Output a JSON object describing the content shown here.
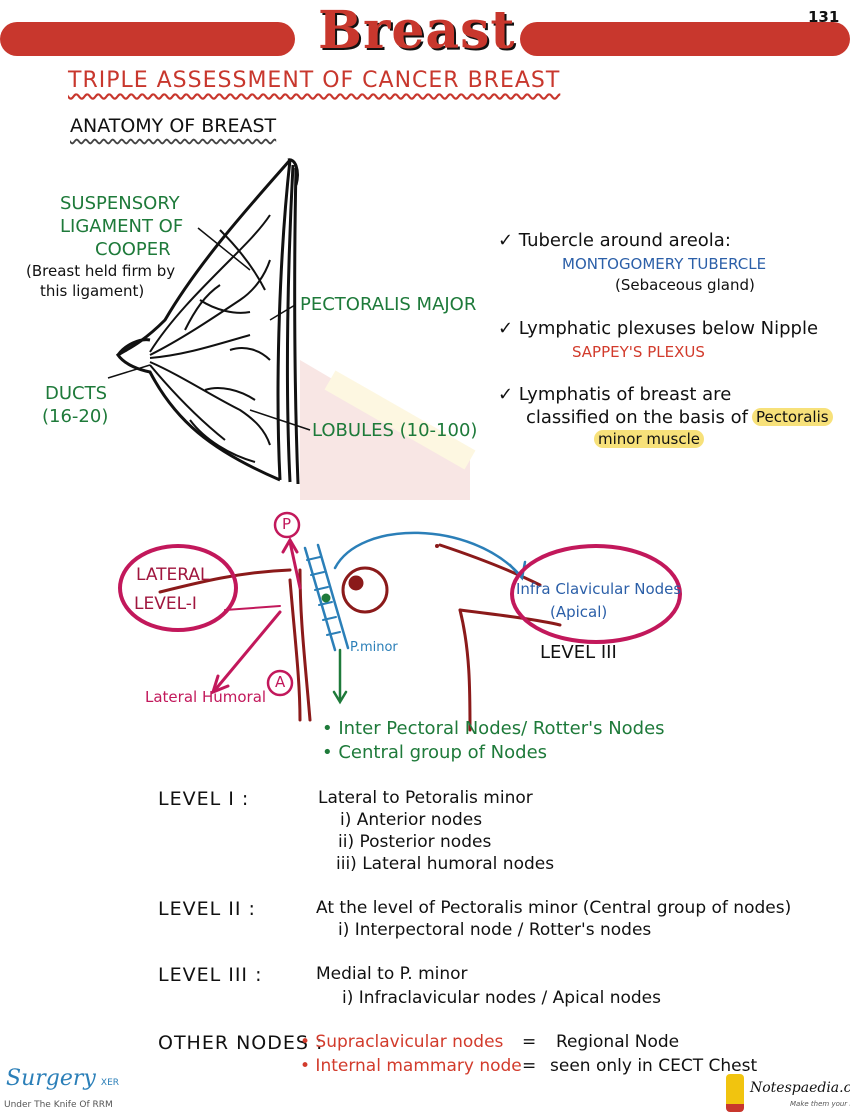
{
  "page_number": "131",
  "title": "Breast",
  "heading": "TRIPLE ASSESSMENT OF CANCER BREAST",
  "subheading": "ANATOMY OF BREAST",
  "anatomy_labels": {
    "suspensory_1": "SUSPENSORY",
    "suspensory_2": "LIGAMENT OF",
    "suspensory_3": "COOPER",
    "suspensory_note_1": "(Breast held firm by",
    "suspensory_note_2": "this ligament)",
    "pectoralis_major": "PECTORALIS MAJOR",
    "ducts_1": "DUCTS",
    "ducts_2": "(16-20)",
    "lobules": "LOBULES (10-100)"
  },
  "notes": {
    "n1_text": "✓ Tubercle around areola:",
    "n1_term": "MONTOGOMERY TUBERCLE",
    "n1_sub": "(Sebaceous gland)",
    "n2_text": "✓ Lymphatic plexuses below Nipple",
    "n2_term": "SAPPEY'S PLEXUS",
    "n3_text_1": "✓ Lymphatis of breast are",
    "n3_text_2": "classified on the basis of",
    "n3_hl_1": "Pectoralis",
    "n3_hl_2": "minor muscle"
  },
  "diagram": {
    "p_marker": "P",
    "a_marker": "A",
    "lateral_1": "LATERAL",
    "lateral_2": "LEVEL-I",
    "lateral_humoral": "Lateral Humoral",
    "p_minor": "P.minor",
    "infra_1": "Infra Clavicular Nodes",
    "infra_2": "(Apical)",
    "level3": "LEVEL III",
    "bullet1": "• Inter Pectoral Nodes/ Rotter's Nodes",
    "bullet2": "• Central group of Nodes"
  },
  "levels": {
    "l1_label": "LEVEL I :",
    "l1_desc": "Lateral to Petoralis minor",
    "l1_items": [
      "i) Anterior nodes",
      "ii) Posterior nodes",
      "iii) Lateral humoral nodes"
    ],
    "l2_label": "LEVEL II :",
    "l2_desc": "At the level of Pectoralis minor (Central group of nodes)",
    "l2_item": "i) Interpectoral node / Rotter's nodes",
    "l3_label": "LEVEL III :",
    "l3_desc": "Medial to P. minor",
    "l3_item": "i) Infraclavicular nodes / Apical nodes",
    "other_label": "OTHER NODES :",
    "other1_name": "• Supraclavicular nodes",
    "other1_eq": "=",
    "other1_val": "Regional Node",
    "other2_name": "• Internal mammary node",
    "other2_eq": "=",
    "other2_val": "seen only in CECT Chest"
  },
  "footer": {
    "left_brand": "Surgery",
    "left_brand_sub": "XER",
    "left_tagline": "Under The Knife Of RRM",
    "right_brand": "Notespaedia.com",
    "right_tagline": "Make them your notes"
  },
  "colors": {
    "accent_red": "#c8372d",
    "green": "#1e7a3a",
    "blue": "#2b5fa8",
    "magenta": "#c2185b"
  }
}
